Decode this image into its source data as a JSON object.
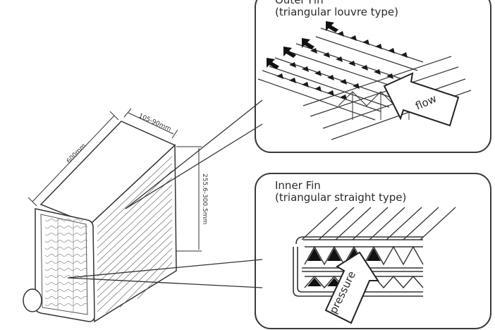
{
  "outer_panel": {
    "title_line1": "Outer Fin",
    "title_line2": "(triangular louvre type)",
    "arrow_label": "flow"
  },
  "inner_panel": {
    "title_line1": "Inner Fin",
    "title_line2": "(triangular straight type)",
    "arrow_label": "pressure"
  },
  "dimensions": {
    "length": "600mm",
    "depth": "105-90mm",
    "height": "255.6-300.5mm"
  }
}
